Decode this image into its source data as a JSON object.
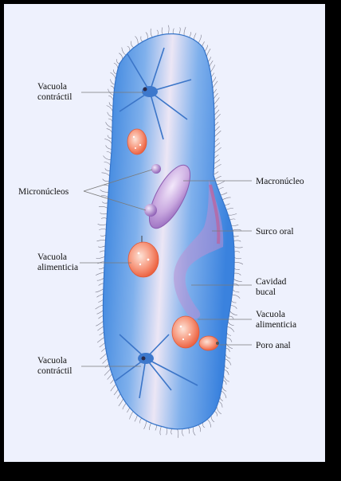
{
  "labels": {
    "vacuola_contractil_top": [
      "Vacuola",
      "contráctil"
    ],
    "micronucleos": "Micronúcleos",
    "vacuola_alimenticia_left": [
      "Vacuola",
      "alimenticia"
    ],
    "vacuola_contractil_bottom": [
      "Vacuola",
      "contráctil"
    ],
    "macronucleo": "Macronúcleo",
    "surco_oral": "Surco oral",
    "cavidad_bucal": [
      "Cavidad",
      "bucal"
    ],
    "vacuola_alimenticia_right": [
      "Vacuola",
      "alimenticia"
    ],
    "poro_anal": "Poro anal"
  },
  "colors": {
    "background": "#eef1fd",
    "cell_edge": "#3f86e0",
    "cell_light": "#eae6f6",
    "nucleus": "#b48fd0",
    "food_vacuole": "#f06a4a",
    "oral_groove": "#c27ab9",
    "label_line": "#7a7a7a"
  }
}
